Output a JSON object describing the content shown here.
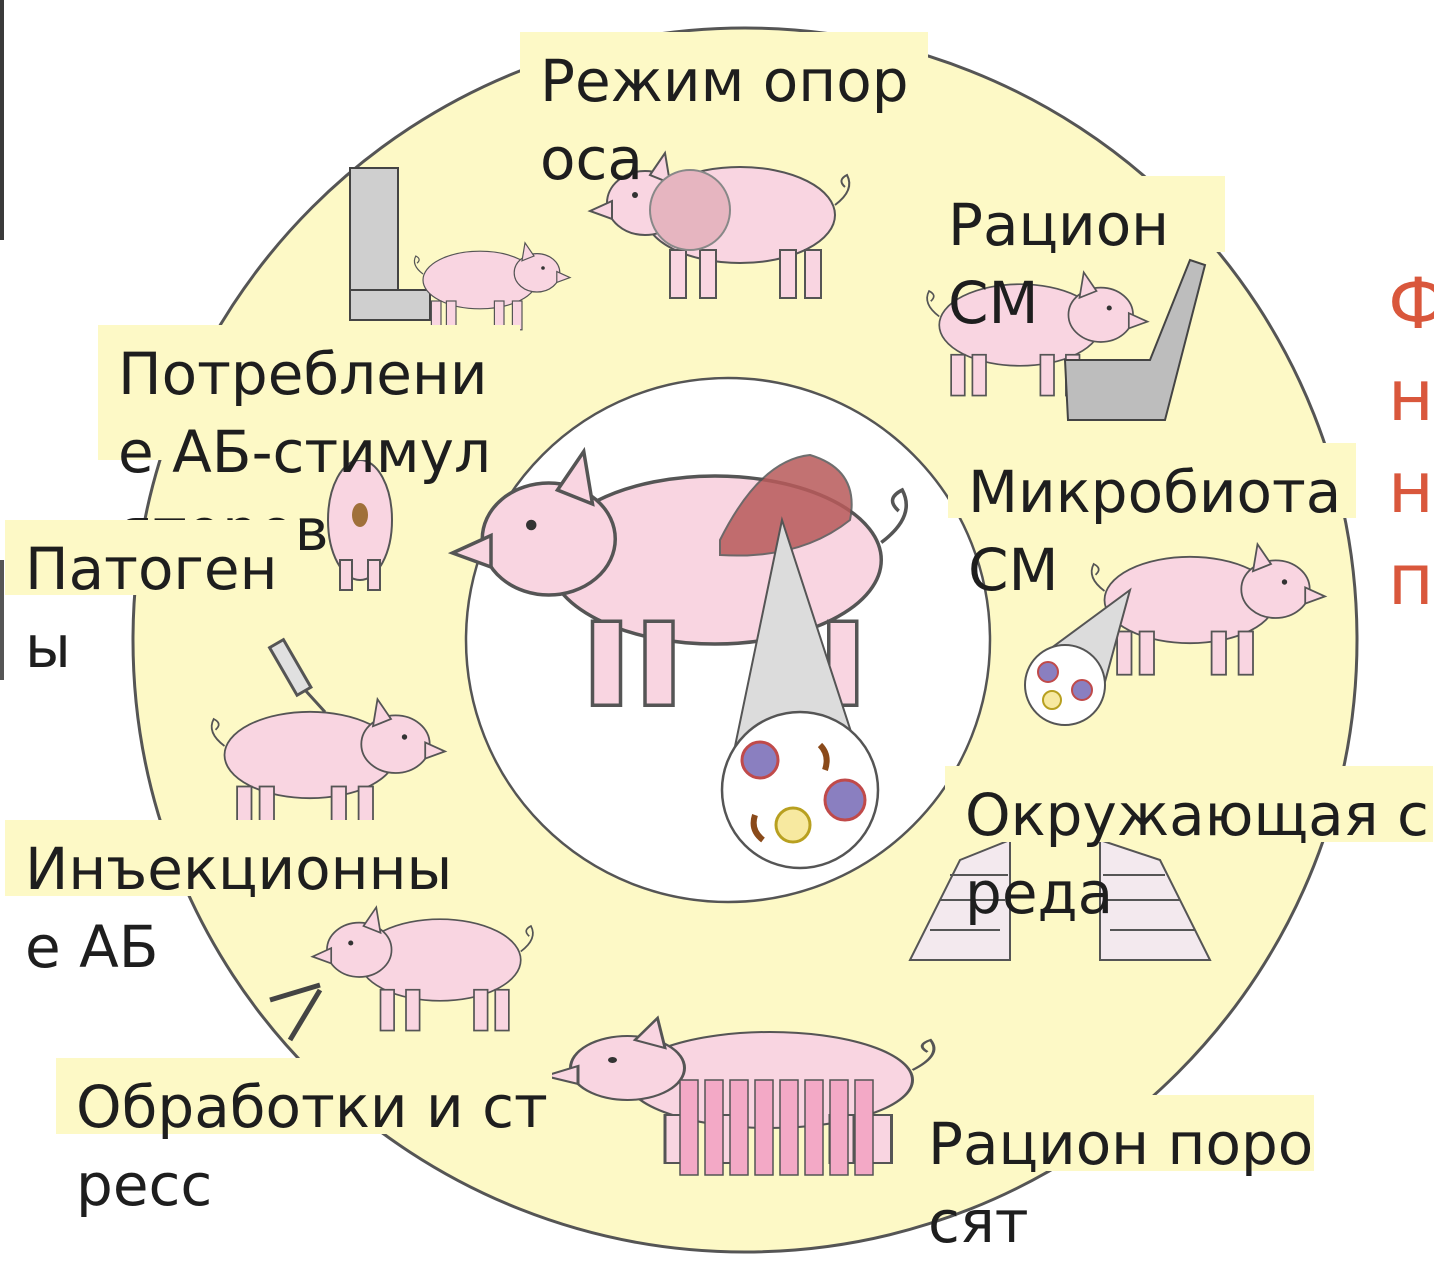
{
  "labels": {
    "farrowing": "Режим опороса",
    "sow_diet": "Рацион СМ",
    "sow_microbiota": "Микробиота СМ",
    "environment": "Окружающая среда",
    "piglet_diet": "Рацион поросят",
    "handling_stress": "Обработки и стресс",
    "injectable_ab": "Инъекционные АБ",
    "pathogens": "Патогены",
    "ab_consumption": "Потребление АБ-стимуляторов"
  },
  "side_letters": [
    "Ф",
    "н",
    "н",
    "п"
  ],
  "colors": {
    "ring": "#fdf9c6",
    "label_bg": "#fdf9c6",
    "pig": "#f9d5e1",
    "organ": "#b85a5a",
    "side_text": "#d9573c"
  },
  "icons": [
    "feeder-icon",
    "pig-icon",
    "syringe-icon",
    "pliers-icon",
    "microbe-icon",
    "pen-icon"
  ]
}
